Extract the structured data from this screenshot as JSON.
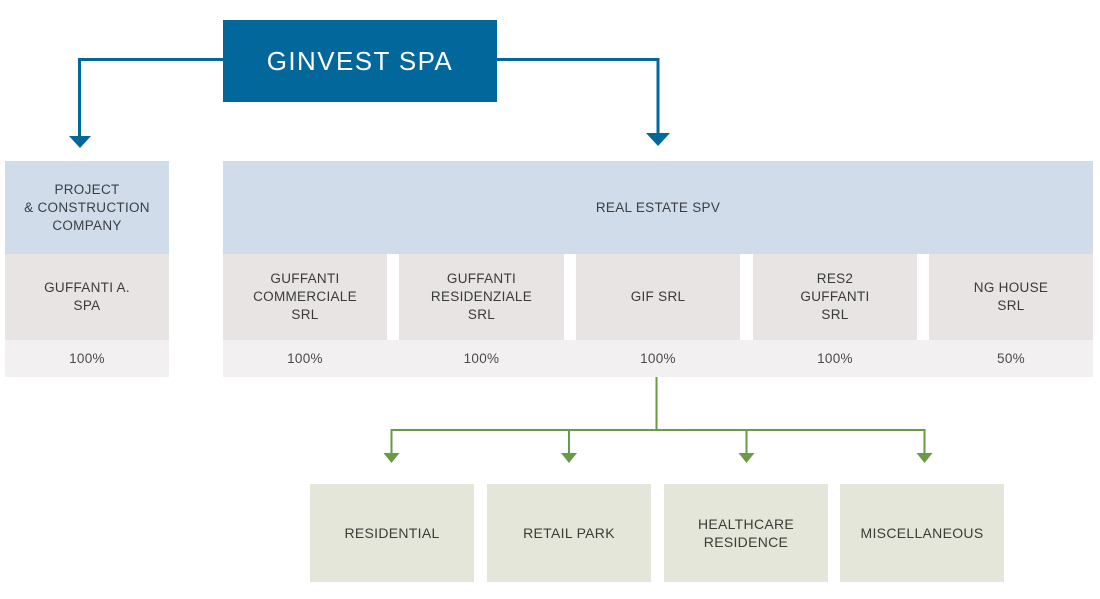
{
  "colors": {
    "parent_fill": "#02679a",
    "parent_text": "#ffffff",
    "header_fill": "#d0dcea",
    "company_fill": "#e7e4e3",
    "percent_fill": "#f2f0f0",
    "category_fill": "#e4e6da",
    "primary_connector": "#02679a",
    "secondary_connector": "#6a9a45"
  },
  "parent": {
    "name": "GINVEST SPA"
  },
  "divisions": [
    {
      "header": "PROJECT\n& CONSTRUCTION\nCOMPANY",
      "companies": [
        {
          "name": "GUFFANTI A.\nSPA",
          "ownership": "100%"
        }
      ]
    },
    {
      "header": "REAL ESTATE SPV",
      "companies": [
        {
          "name": "GUFFANTI\nCOMMERCIALE\nSRL",
          "ownership": "100%"
        },
        {
          "name": "GUFFANTI\nRESIDENZIALE\nSRL",
          "ownership": "100%"
        },
        {
          "name": "GIF SRL",
          "ownership": "100%"
        },
        {
          "name": "RES2\nGUFFANTI\nSRL",
          "ownership": "100%"
        },
        {
          "name": "NG HOUSE\nSRL",
          "ownership": "50%"
        }
      ]
    }
  ],
  "gif_subsidiaries": {
    "parent_company": "GIF SRL",
    "categories": [
      "RESIDENTIAL",
      "RETAIL PARK",
      "HEALTHCARE\nRESIDENCE",
      "MISCELLANEOUS"
    ]
  },
  "icons": {
    "primary_arrow": "arrow-down-icon",
    "secondary_arrow": "arrow-down-icon"
  }
}
